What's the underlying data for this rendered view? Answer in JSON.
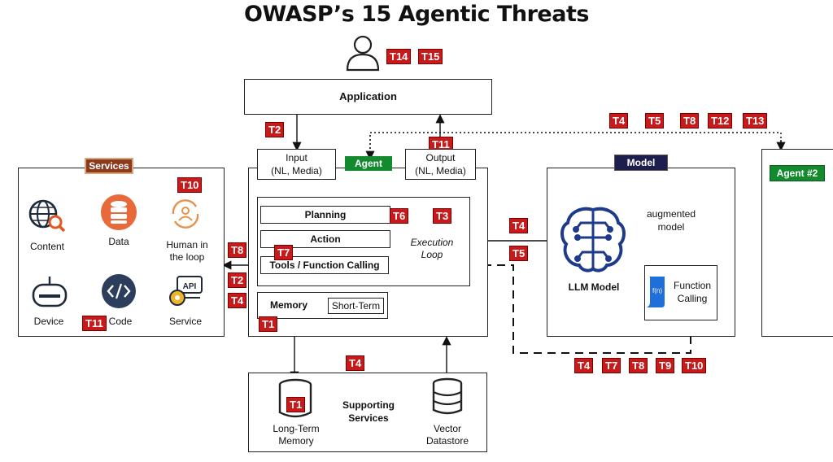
{
  "title": "OWASP’s 15 Agentic Threats",
  "colors": {
    "threat": "#c81a1a",
    "agent": "#138a2e",
    "services_header": "#8b3a1e",
    "model_header": "#1c1f4d",
    "llm_icon": "#1e3a8a"
  },
  "application": {
    "label": "Application"
  },
  "input": {
    "label_line1": "Input",
    "label_line2": "(NL, Media)"
  },
  "output": {
    "label_line1": "Output",
    "label_line2": "(NL, Media)"
  },
  "agent": {
    "header": "Agent",
    "planning": "Planning",
    "action": "Action",
    "tools": "Tools / Function Calling",
    "loop_line1": "Execution",
    "loop_line2": "Loop",
    "memory": "Memory",
    "short_term": "Short-Term"
  },
  "services": {
    "header": "Services",
    "items": [
      {
        "label": "Content",
        "icon": "globe-search-icon"
      },
      {
        "label": "Data",
        "icon": "database-icon"
      },
      {
        "label_line1": "Human in",
        "label_line2": "the loop",
        "icon": "human-cycle-icon"
      },
      {
        "label": "Device",
        "icon": "router-icon"
      },
      {
        "label": "Code",
        "icon": "code-icon"
      },
      {
        "label": "Service",
        "icon": "api-gear-icon"
      }
    ]
  },
  "model": {
    "header": "Model",
    "augmented_line1": "augmented",
    "augmented_line2": "model",
    "llm": "LLM Model",
    "fc_line1": "Function",
    "fc_line2": "Calling",
    "fc_icon_text": "f(n)"
  },
  "agent2": {
    "header": "Agent #2"
  },
  "supporting": {
    "label_line1": "Supporting",
    "label_line2": "Services",
    "ltm_line1": "Long-Term",
    "ltm_line2": "Memory",
    "vector_line1": "Vector",
    "vector_line2": "Datastore"
  },
  "threats": {
    "user_a": "T14",
    "user_b": "T15",
    "input": "T2",
    "output": "T11",
    "top_a": "T4",
    "top_b": "T5",
    "top_c": "T8",
    "top_d": "T12",
    "top_e": "T13",
    "human": "T10",
    "services_a": "T8",
    "services_b": "T2",
    "services_c": "T4",
    "code": "T11",
    "planning": "T6",
    "loop": "T3",
    "tools": "T7",
    "memory": "T1",
    "model_a": "T4",
    "model_b": "T5",
    "bottom_a": "T4",
    "bottom_b": "T7",
    "bottom_c": "T8",
    "bottom_d": "T9",
    "bottom_e": "T10",
    "supporting": "T4",
    "ltm": "T1"
  }
}
